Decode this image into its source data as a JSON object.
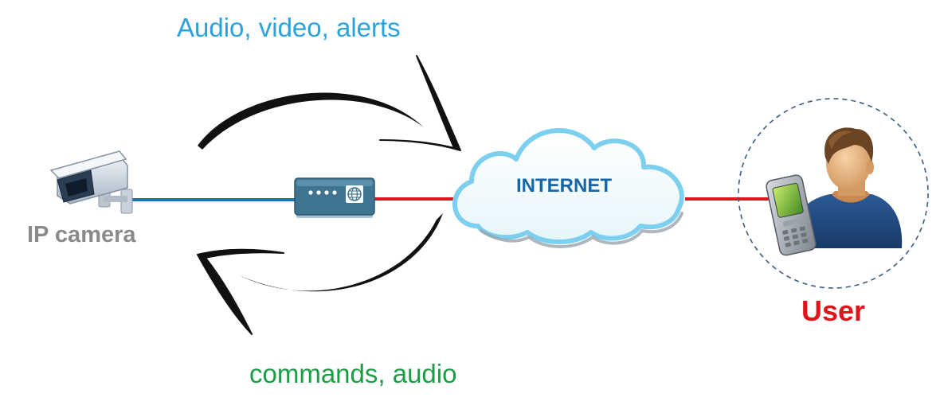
{
  "labels": {
    "top_flow": "Audio, video, alerts",
    "bottom_flow": "commands, audio",
    "camera": "IP camera",
    "user": "User",
    "cloud": "INTERNET"
  },
  "colors": {
    "top_flow": "#29a3dd",
    "bottom_flow": "#1a9e44",
    "camera_label": "#8a8a8a",
    "user_label": "#e0141b",
    "cloud_text": "#1565a8",
    "lan_line": "#1e6fb5",
    "wan_line": "#e0141b",
    "router_body": "#3f7593",
    "cloud_outline": "#7ccfee"
  },
  "icons": {
    "camera": "security-camera-icon",
    "router": "router-icon",
    "cloud": "cloud-icon",
    "user": "user-with-phone-icon",
    "arrow_top": "curved-arrow-right-icon",
    "arrow_bottom": "curved-arrow-left-icon"
  }
}
